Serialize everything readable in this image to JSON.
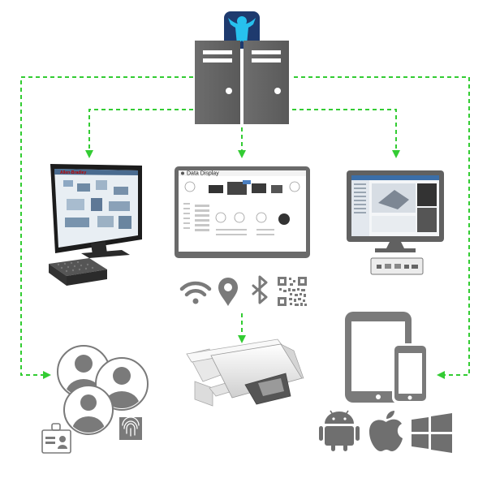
{
  "diagram": {
    "server_logo": "thinmanager-logo",
    "connector_style": {
      "color": "#33cc33",
      "style": "dashed"
    },
    "nodes": [
      {
        "id": "server",
        "icon": "server-pair-icon"
      },
      {
        "id": "industrial-terminal",
        "icon": "monitor-with-thin-client-icon",
        "header_brand": "Allen-Bradley"
      },
      {
        "id": "web-dashboard",
        "icon": "panel-display-icon",
        "header_title": "Data Display"
      },
      {
        "id": "workstation",
        "icon": "desktop-with-terminal-icon"
      },
      {
        "id": "location-services",
        "icons": [
          "wifi-icon",
          "location-pin-icon",
          "bluetooth-icon",
          "qr-code-icon"
        ]
      },
      {
        "id": "camera",
        "icon": "security-camera-icon"
      },
      {
        "id": "users",
        "icons": [
          "user-group-icon",
          "id-badge-icon",
          "fingerprint-icon"
        ]
      },
      {
        "id": "mobile",
        "icons": [
          "tablet-icon",
          "phone-icon",
          "android-icon",
          "apple-icon",
          "windows-icon"
        ]
      }
    ]
  }
}
